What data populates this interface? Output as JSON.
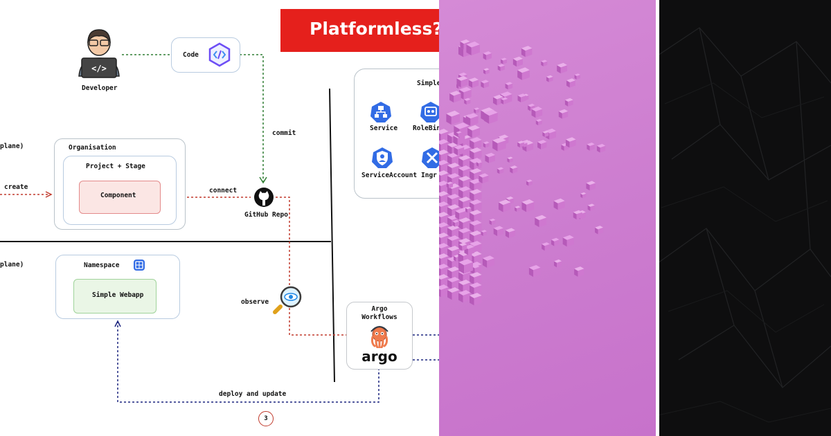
{
  "banner": {
    "title": "Platformless?"
  },
  "diagram": {
    "developer": "Developer",
    "code": "Code",
    "commit": "commit",
    "control_plane": "plane)",
    "data_plane": "plane)",
    "create": "create",
    "organisation": "Organisation",
    "project_stage": "Project + Stage",
    "component": "Component",
    "connect": "connect",
    "github_repo": "GitHub Repo",
    "namespace": "Namespace",
    "simple_webapp": "Simple Webapp",
    "observe": "observe",
    "argo_title": "Argo",
    "argo_subtitle": "Workflows",
    "argo_logo_text": "argo",
    "deploy_update": "deploy and update",
    "step_number": "3",
    "resources_title": "Simple",
    "service": "Service",
    "rolebinding": "RoleBind",
    "serviceaccount": "ServiceAccount",
    "ingress": "Ingr"
  },
  "colors": {
    "banner_red": "#e5201c",
    "commit_green": "#2e7d32",
    "flow_red": "#c0392b",
    "deploy_blue": "#1a237e",
    "k8s_blue": "#326ce5",
    "pink_bg": "#cc7ccf",
    "dark_bg": "#0e0e0f"
  }
}
